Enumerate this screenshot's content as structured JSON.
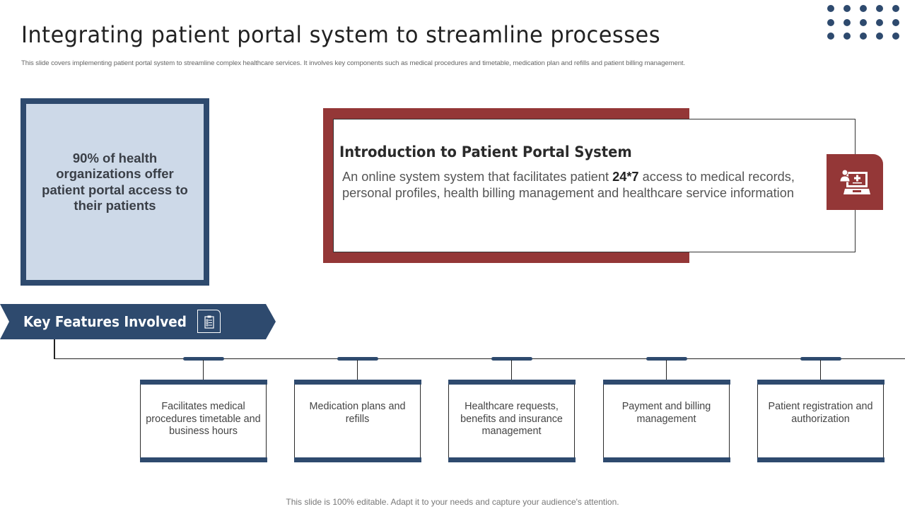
{
  "slide": {
    "title": "Integrating patient portal system to streamline processes",
    "subtitle": "This slide covers implementing patient portal system to streamline complex healthcare services. It involves key components such as medical procedures and timetable,  medication plan and refills and patient billing management.",
    "footer": "This slide is 100% editable. Adapt it to your needs and capture your audience's attention."
  },
  "colors": {
    "navy": "#2e4a6e",
    "maroon": "#943737",
    "light_blue": "#cdd9e8"
  },
  "stat": {
    "text": "90% of health organizations offer patient portal access to their patients"
  },
  "intro": {
    "heading": "Introduction to Patient Portal System",
    "body_before": "An online system system that facilitates patient ",
    "body_bold": "24*7",
    "body_after": " access to medical records, personal profiles, health billing management and healthcare service information",
    "icon": "doctor-laptop-icon"
  },
  "banner": {
    "label": "Key Features Involved",
    "icon": "clipboard-checklist-icon"
  },
  "features": [
    {
      "label": "Facilitates medical procedures timetable and business hours"
    },
    {
      "label": "Medication plans and refills"
    },
    {
      "label": "Healthcare requests, benefits and insurance management"
    },
    {
      "label": "Payment and billing management"
    },
    {
      "label": "Patient registration and authorization"
    }
  ],
  "decor": {
    "dot_grid": {
      "rows": 3,
      "cols": 5
    }
  }
}
